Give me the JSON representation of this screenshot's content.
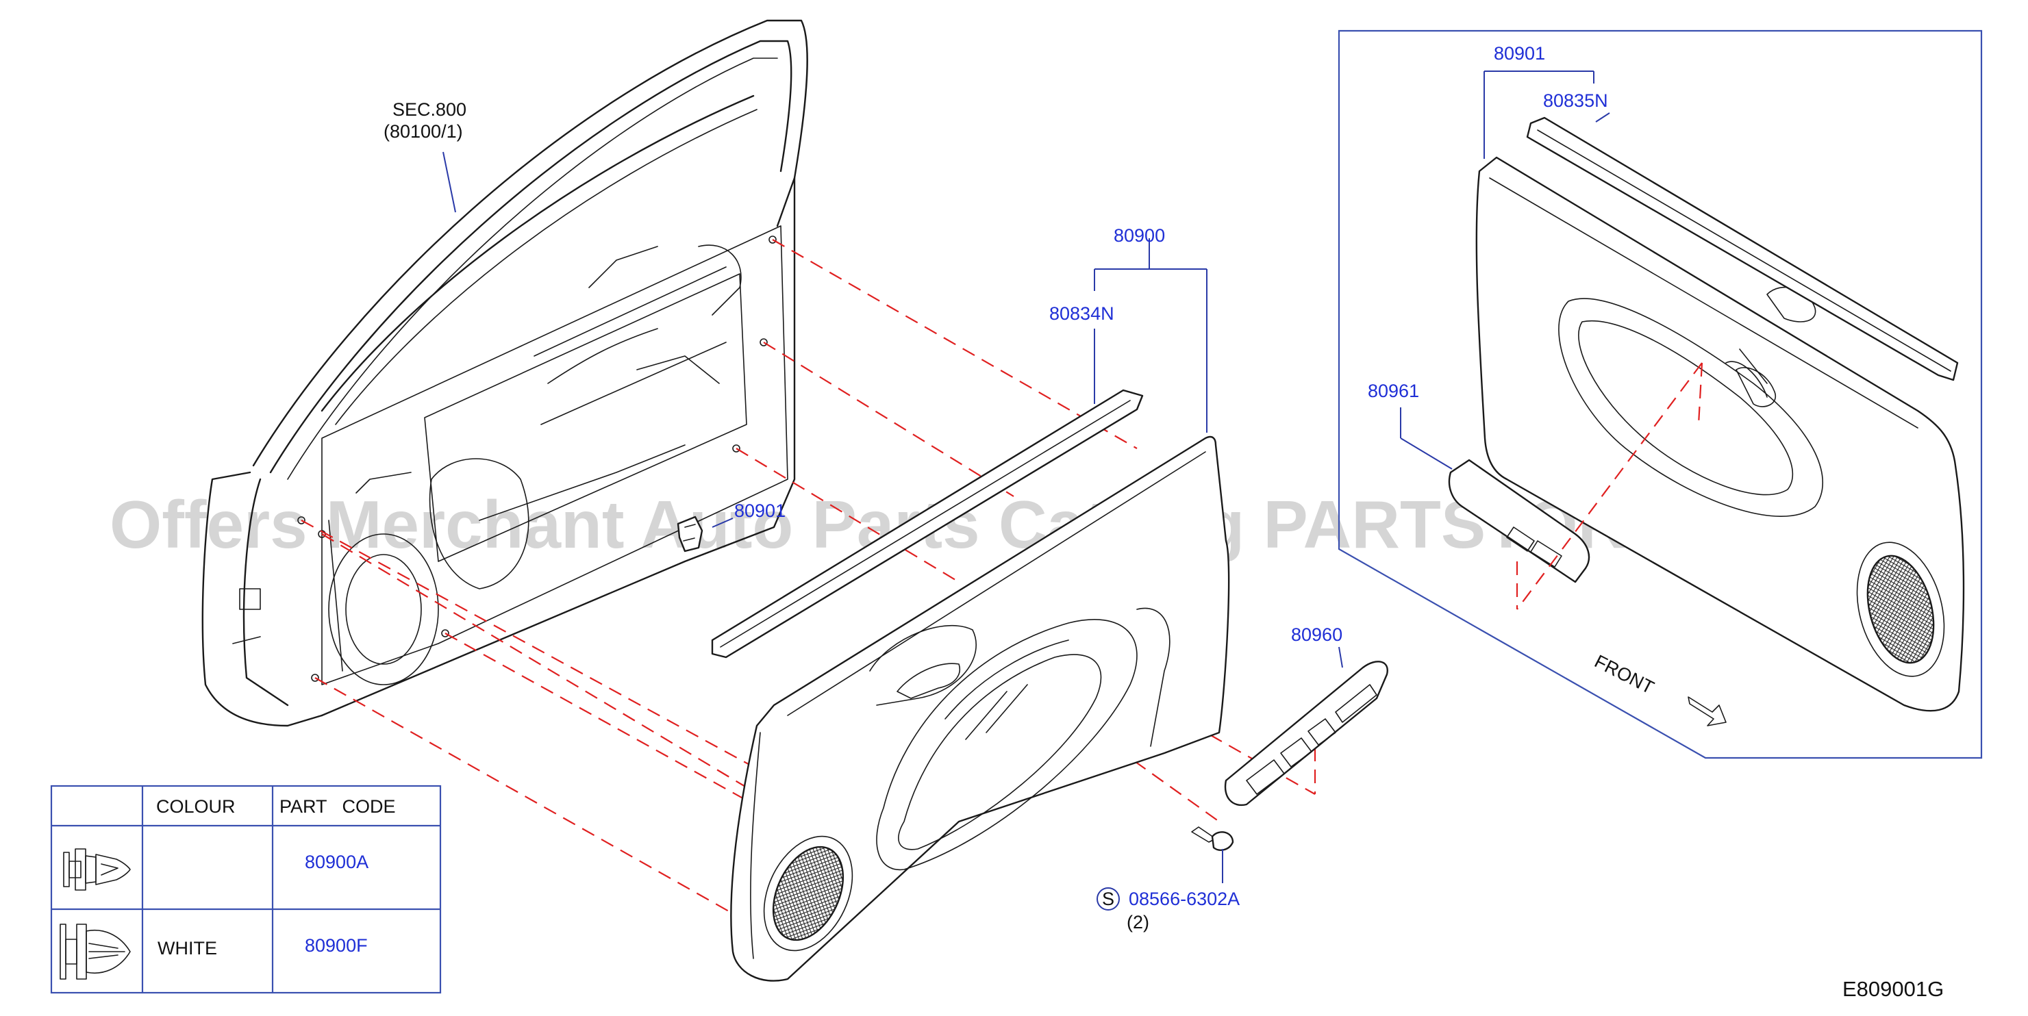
{
  "diagram_code": "E809001G",
  "watermark": "Offers Merchant Auto Parts Catalog PARTSTORE.SA",
  "labels": {
    "sec": "SEC.800",
    "sec_ref": "(80100/1)",
    "p80900": "80900",
    "p80834N": "80834N",
    "p80901_left": "80901",
    "p80960": "80960",
    "screw": "08566-6302A",
    "screw_qty": "(2)",
    "screw_symbol": "S",
    "p80901_right": "80901",
    "p80835N": "80835N",
    "p80961": "80961",
    "front": "FRONT"
  },
  "table": {
    "headers": [
      "",
      "COLOUR",
      "PART   CODE"
    ],
    "rows": [
      {
        "colour": "",
        "code": "80900A",
        "clip_icon": "trim-clip-icon"
      },
      {
        "colour": "WHITE",
        "code": "80900F",
        "clip_icon": "trim-clip-white-icon"
      }
    ]
  },
  "colors": {
    "part_number": "#1f2fd6",
    "dashed_guide": "#e02020",
    "frame": "#3a50b0",
    "line_art": "#1a1a1a"
  }
}
